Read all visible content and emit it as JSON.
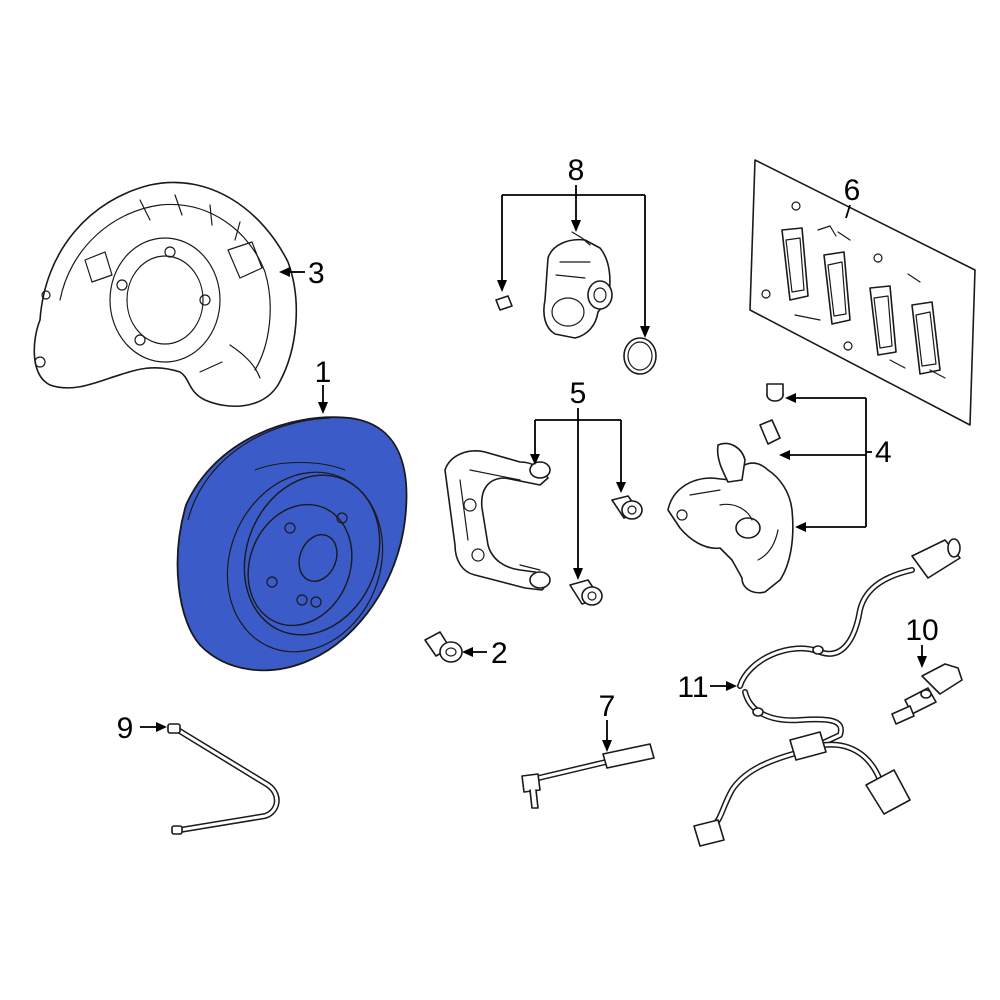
{
  "diagram": {
    "highlight_color": "#3b5bc9",
    "line_color": "#1a1a1a",
    "background": "#ffffff",
    "callouts": [
      {
        "id": "1",
        "part": "brake-rotor",
        "highlighted": true
      },
      {
        "id": "2",
        "part": "rotor-screw",
        "highlighted": false
      },
      {
        "id": "3",
        "part": "splash-shield",
        "highlighted": false
      },
      {
        "id": "4",
        "part": "caliper",
        "highlighted": false
      },
      {
        "id": "5",
        "part": "caliper-bracket",
        "highlighted": false
      },
      {
        "id": "6",
        "part": "brake-pad-set",
        "highlighted": false
      },
      {
        "id": "7",
        "part": "pad-wear-sensor",
        "highlighted": false
      },
      {
        "id": "8",
        "part": "parking-brake-actuator",
        "highlighted": false
      },
      {
        "id": "9",
        "part": "wear-sensor-lead",
        "highlighted": false
      },
      {
        "id": "10",
        "part": "abs-sensor",
        "highlighted": false
      },
      {
        "id": "11",
        "part": "sensor-harness",
        "highlighted": false
      }
    ]
  }
}
